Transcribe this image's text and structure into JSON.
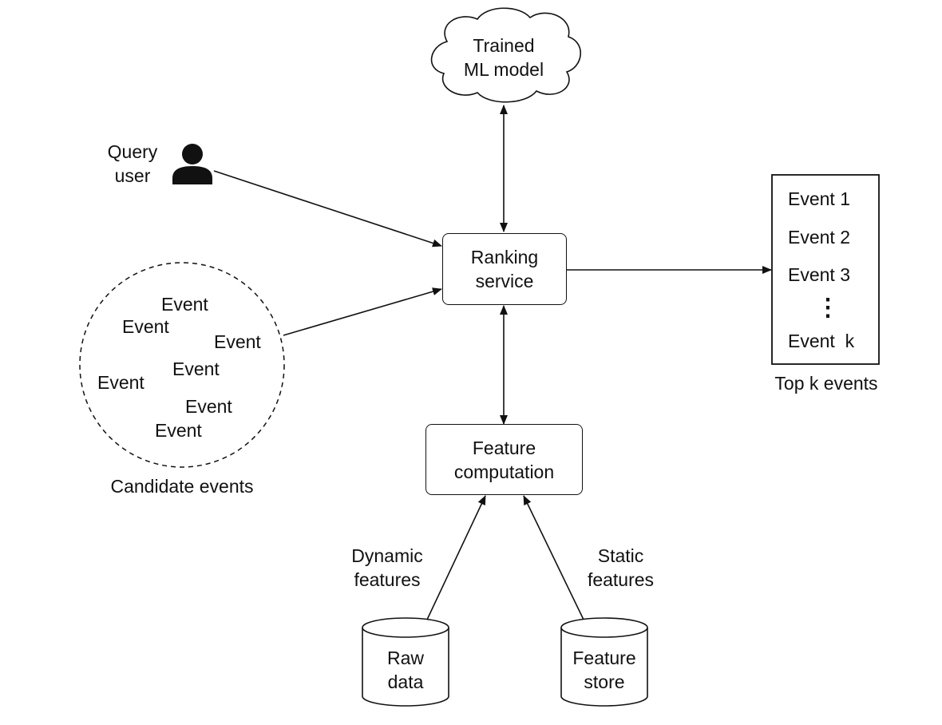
{
  "model": {
    "line1": "Trained",
    "line2": "ML model"
  },
  "query_user": {
    "line1": "Query",
    "line2": "user",
    "icon": "user-icon"
  },
  "ranking": {
    "line1": "Ranking",
    "line2": "service"
  },
  "candidates": {
    "events": [
      "Event",
      "Event",
      "Event",
      "Event",
      "Event",
      "Event",
      "Event"
    ],
    "caption": "Candidate events"
  },
  "top_k": {
    "items": [
      "Event 1",
      "Event 2",
      "Event 3",
      "Event  k"
    ],
    "ellipsis": "⋮",
    "caption": "Top k events"
  },
  "feature_computation": {
    "line1": "Feature",
    "line2": "computation"
  },
  "dynamic": {
    "line1": "Dynamic",
    "line2": "features"
  },
  "static": {
    "line1": "Static",
    "line2": "features"
  },
  "raw_data": {
    "line1": "Raw",
    "line2": "data"
  },
  "feature_store": {
    "line1": "Feature",
    "line2": "store"
  }
}
